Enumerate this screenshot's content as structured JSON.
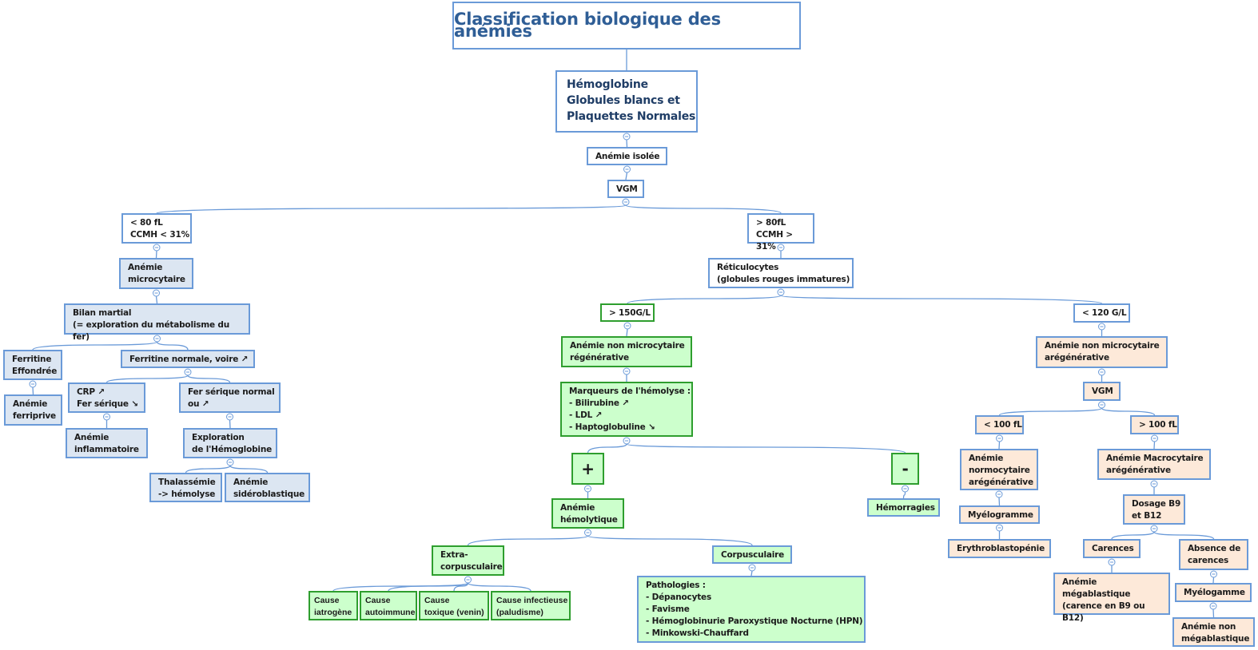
{
  "nodes": {
    "title": "Classification biologique des anémies",
    "hb": "Hémoglobine\nGlobules blancs et\nPlaquettes Normales",
    "isolee": "Anémie  isolée",
    "vgm1": "VGM",
    "lt80": "< 80 fL\nCCMH < 31%",
    "micro": "Anémie\nmicrocytaire",
    "bilan": "Bilan martial\n(= exploration du métabolisme du fer)",
    "ferrEff": "Ferritine\nEffondrée",
    "ferrNorm": "Ferritine normale, voire ↗",
    "ferriprive": "Anémie\nferriprive",
    "crp": "CRP ↗\nFer sérique ↘",
    "ferSer": "Fer sérique normal\nou ↗",
    "inflam": "Anémie\ninflammatoire",
    "explo": "Exploration\nde l'Hémoglobine",
    "thal": "Thalassémie\n-> hémolyse",
    "sidero": "Anémie\nsidéroblastique",
    "gt80": "> 80fL\nCCMH > 31%",
    "retic": "Réticulocytes\n(globules rouges immatures)",
    "gt150": "> 150G/L",
    "regen": "Anémie non microcytaire\nrégénérative",
    "marq": "Marqueurs de l'hémolyse :\n-  Bilirubine ↗\n-  LDL ↗\n-  Haptoglobuline ↘",
    "plus": "+",
    "minus": "-",
    "hemoly": "Anémie\nhémolytique",
    "hemorr": "Hémorragies",
    "extra": "Extra-\ncorpusculaire",
    "corpus": "Corpusculaire",
    "iatro": "Cause\niatrogène",
    "auto": "Cause\nautoimmune",
    "toxi": "Cause\ntoxique (venin)",
    "infec": "Cause infectieuse\n(paludisme)",
    "patho": "Pathologies :\n- Dépanocytes\n- Favisme\n- Hémoglobinurie Paroxystique Nocturne (HPN)\n- Minkowski-Chauffard",
    "lt120": "<  120 G/L",
    "areg": "Anémie non microcytaire\narégénérative",
    "vgm2": "VGM",
    "lt100": "< 100 fL",
    "gt100": "> 100 fL",
    "normo": "Anémie\nnormocytaire\narégénérative",
    "macro": "Anémie Macrocytaire\narégénérative",
    "myelo1": "Myélogramme",
    "erythro": "Erythroblastopénie",
    "dosage": "Dosage B9\net B12",
    "carences": "Carences",
    "absence": "Absence de\ncarences",
    "megablast": "Anémie\nmégablastique\n(carence en B9 ou B12)",
    "myelo2": "Myélogamme",
    "nonmega": "Anémie non\nmégablastique"
  },
  "colors": {
    "link": "#6a9ad8",
    "blue_fill": "#dce6f2",
    "green_fill": "#ccffcc",
    "green_border": "#2e9e2e",
    "peach_fill": "#fde9d9",
    "title": "#2f5e96"
  }
}
